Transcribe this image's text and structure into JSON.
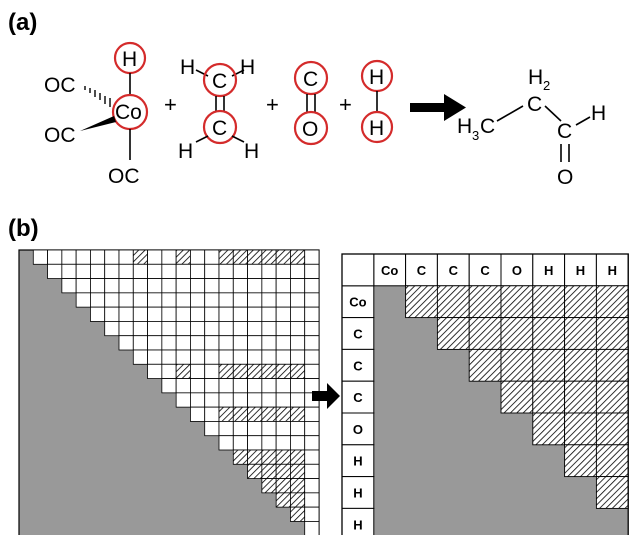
{
  "panel_a": {
    "label": "(a)",
    "reactants": {
      "complex": {
        "center": "Co",
        "hydride": "H",
        "ligands": [
          "OC",
          "OC",
          "OC"
        ]
      },
      "ethylene": {
        "atoms": [
          "C",
          "C",
          "H",
          "H",
          "H",
          "H"
        ]
      },
      "carbon_monoxide": {
        "atoms": [
          "C",
          "O"
        ]
      },
      "hydrogen": {
        "atoms": [
          "H",
          "H"
        ]
      },
      "plus_sign": "+"
    },
    "product": {
      "methyl": "H",
      "methyl_sub": "3",
      "methyl_c": "C",
      "methylene_c": "C",
      "methylene_h": "H",
      "methylene_sub": "2",
      "carbonyl_c": "C",
      "aldehyde_h": "H",
      "oxygen": "O"
    },
    "highlight_color": "#d42b2b"
  },
  "panel_b": {
    "label": "(b)",
    "header_atoms": [
      "Co",
      "C",
      "C",
      "C",
      "O",
      "H",
      "H",
      "H"
    ],
    "gray_color": "#999999"
  }
}
